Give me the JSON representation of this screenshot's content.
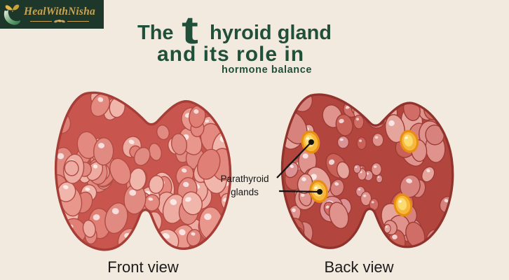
{
  "canvas": {
    "background": "#f3eadf"
  },
  "logo": {
    "brand": "HealWithNisha",
    "background": "#1d382a",
    "accent_gold": "#c9a351"
  },
  "title": {
    "color": "#21503a",
    "line1_pre": "The",
    "line1_drop_letter": "t",
    "line1_rest": "hyroid gland",
    "line2": "and its role in",
    "line3": "hormone balance"
  },
  "diagram": {
    "front_view_label": "Front view",
    "back_view_label": "Back view",
    "annotation": {
      "line1": "Parathyroid",
      "line2": "glands"
    }
  },
  "colors": {
    "front": {
      "base": "#c9564e",
      "outline": "#a63e37",
      "nodule_stroke": "#b14b43",
      "palette": [
        "#e4897f",
        "#e9968c",
        "#df7f76",
        "#edaba1",
        "#e18a81",
        "#f0b5ab"
      ]
    },
    "back": {
      "base": "#b2453e",
      "outline": "#8f332c",
      "nodule_stroke": "#9c3b34",
      "palette": [
        "#d8827e",
        "#cf6d66",
        "#e0938c",
        "#ca6159",
        "#dc9294",
        "#e5a49c"
      ]
    },
    "parathyroid": {
      "outer": "#e88d12",
      "mid": "#f6b83c",
      "inner": "#fbda70"
    },
    "annotation_line": "#141414"
  }
}
